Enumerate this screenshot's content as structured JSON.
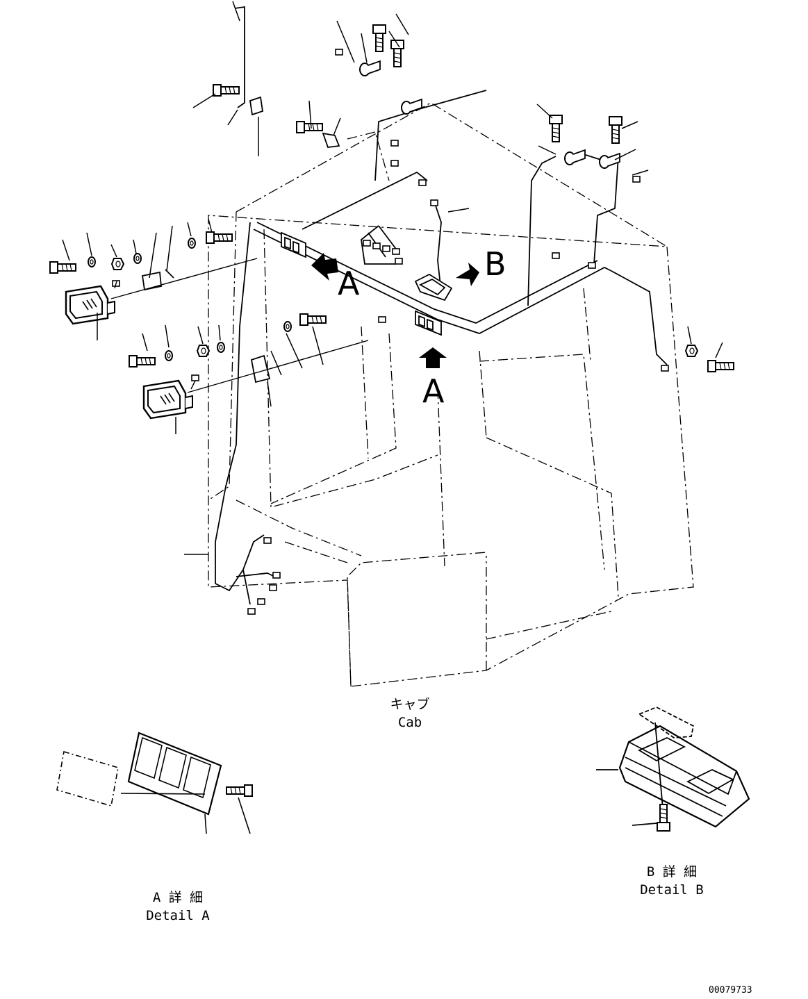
{
  "callouts": {
    "a_top": "A",
    "b_top": "B",
    "a_mid": "A"
  },
  "cab": {
    "jp": "キャブ",
    "en": "Cab"
  },
  "detail_a": {
    "jp": "A 詳 細",
    "en": "Detail A"
  },
  "detail_b": {
    "jp": "B 詳 細",
    "en": "Detail B"
  },
  "drawing_number": "00079733",
  "colors": {
    "line": "#000000",
    "background": "#ffffff"
  },
  "icons": [
    "arrow-icon",
    "floodlamp-icon",
    "bolt-icon",
    "washer-icon",
    "nut-icon",
    "clip-icon",
    "connector-icon",
    "switch-panel-icon",
    "rocker-switch-icon"
  ]
}
